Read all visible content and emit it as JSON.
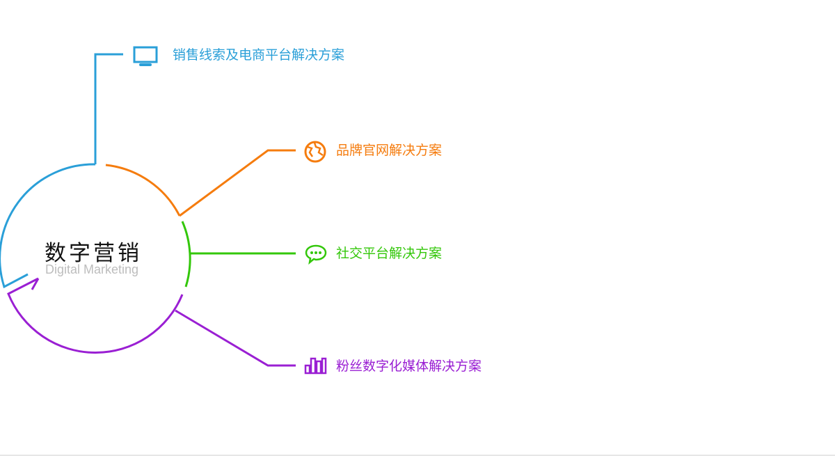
{
  "center": {
    "title": "数字营销",
    "subtitle": "Digital Marketing"
  },
  "branches": [
    {
      "label": "销售线索及电商平台解决方案",
      "icon": "monitor-icon",
      "color": "#2a9fd8"
    },
    {
      "label": "品牌官网解决方案",
      "icon": "globe-icon",
      "color": "#f57c0e"
    },
    {
      "label": "社交平台解决方案",
      "icon": "chat-bubble-icon",
      "color": "#33c70a"
    },
    {
      "label": "粉丝数字化媒体解决方案",
      "icon": "bar-chart-icon",
      "color": "#9a1fd3"
    }
  ]
}
